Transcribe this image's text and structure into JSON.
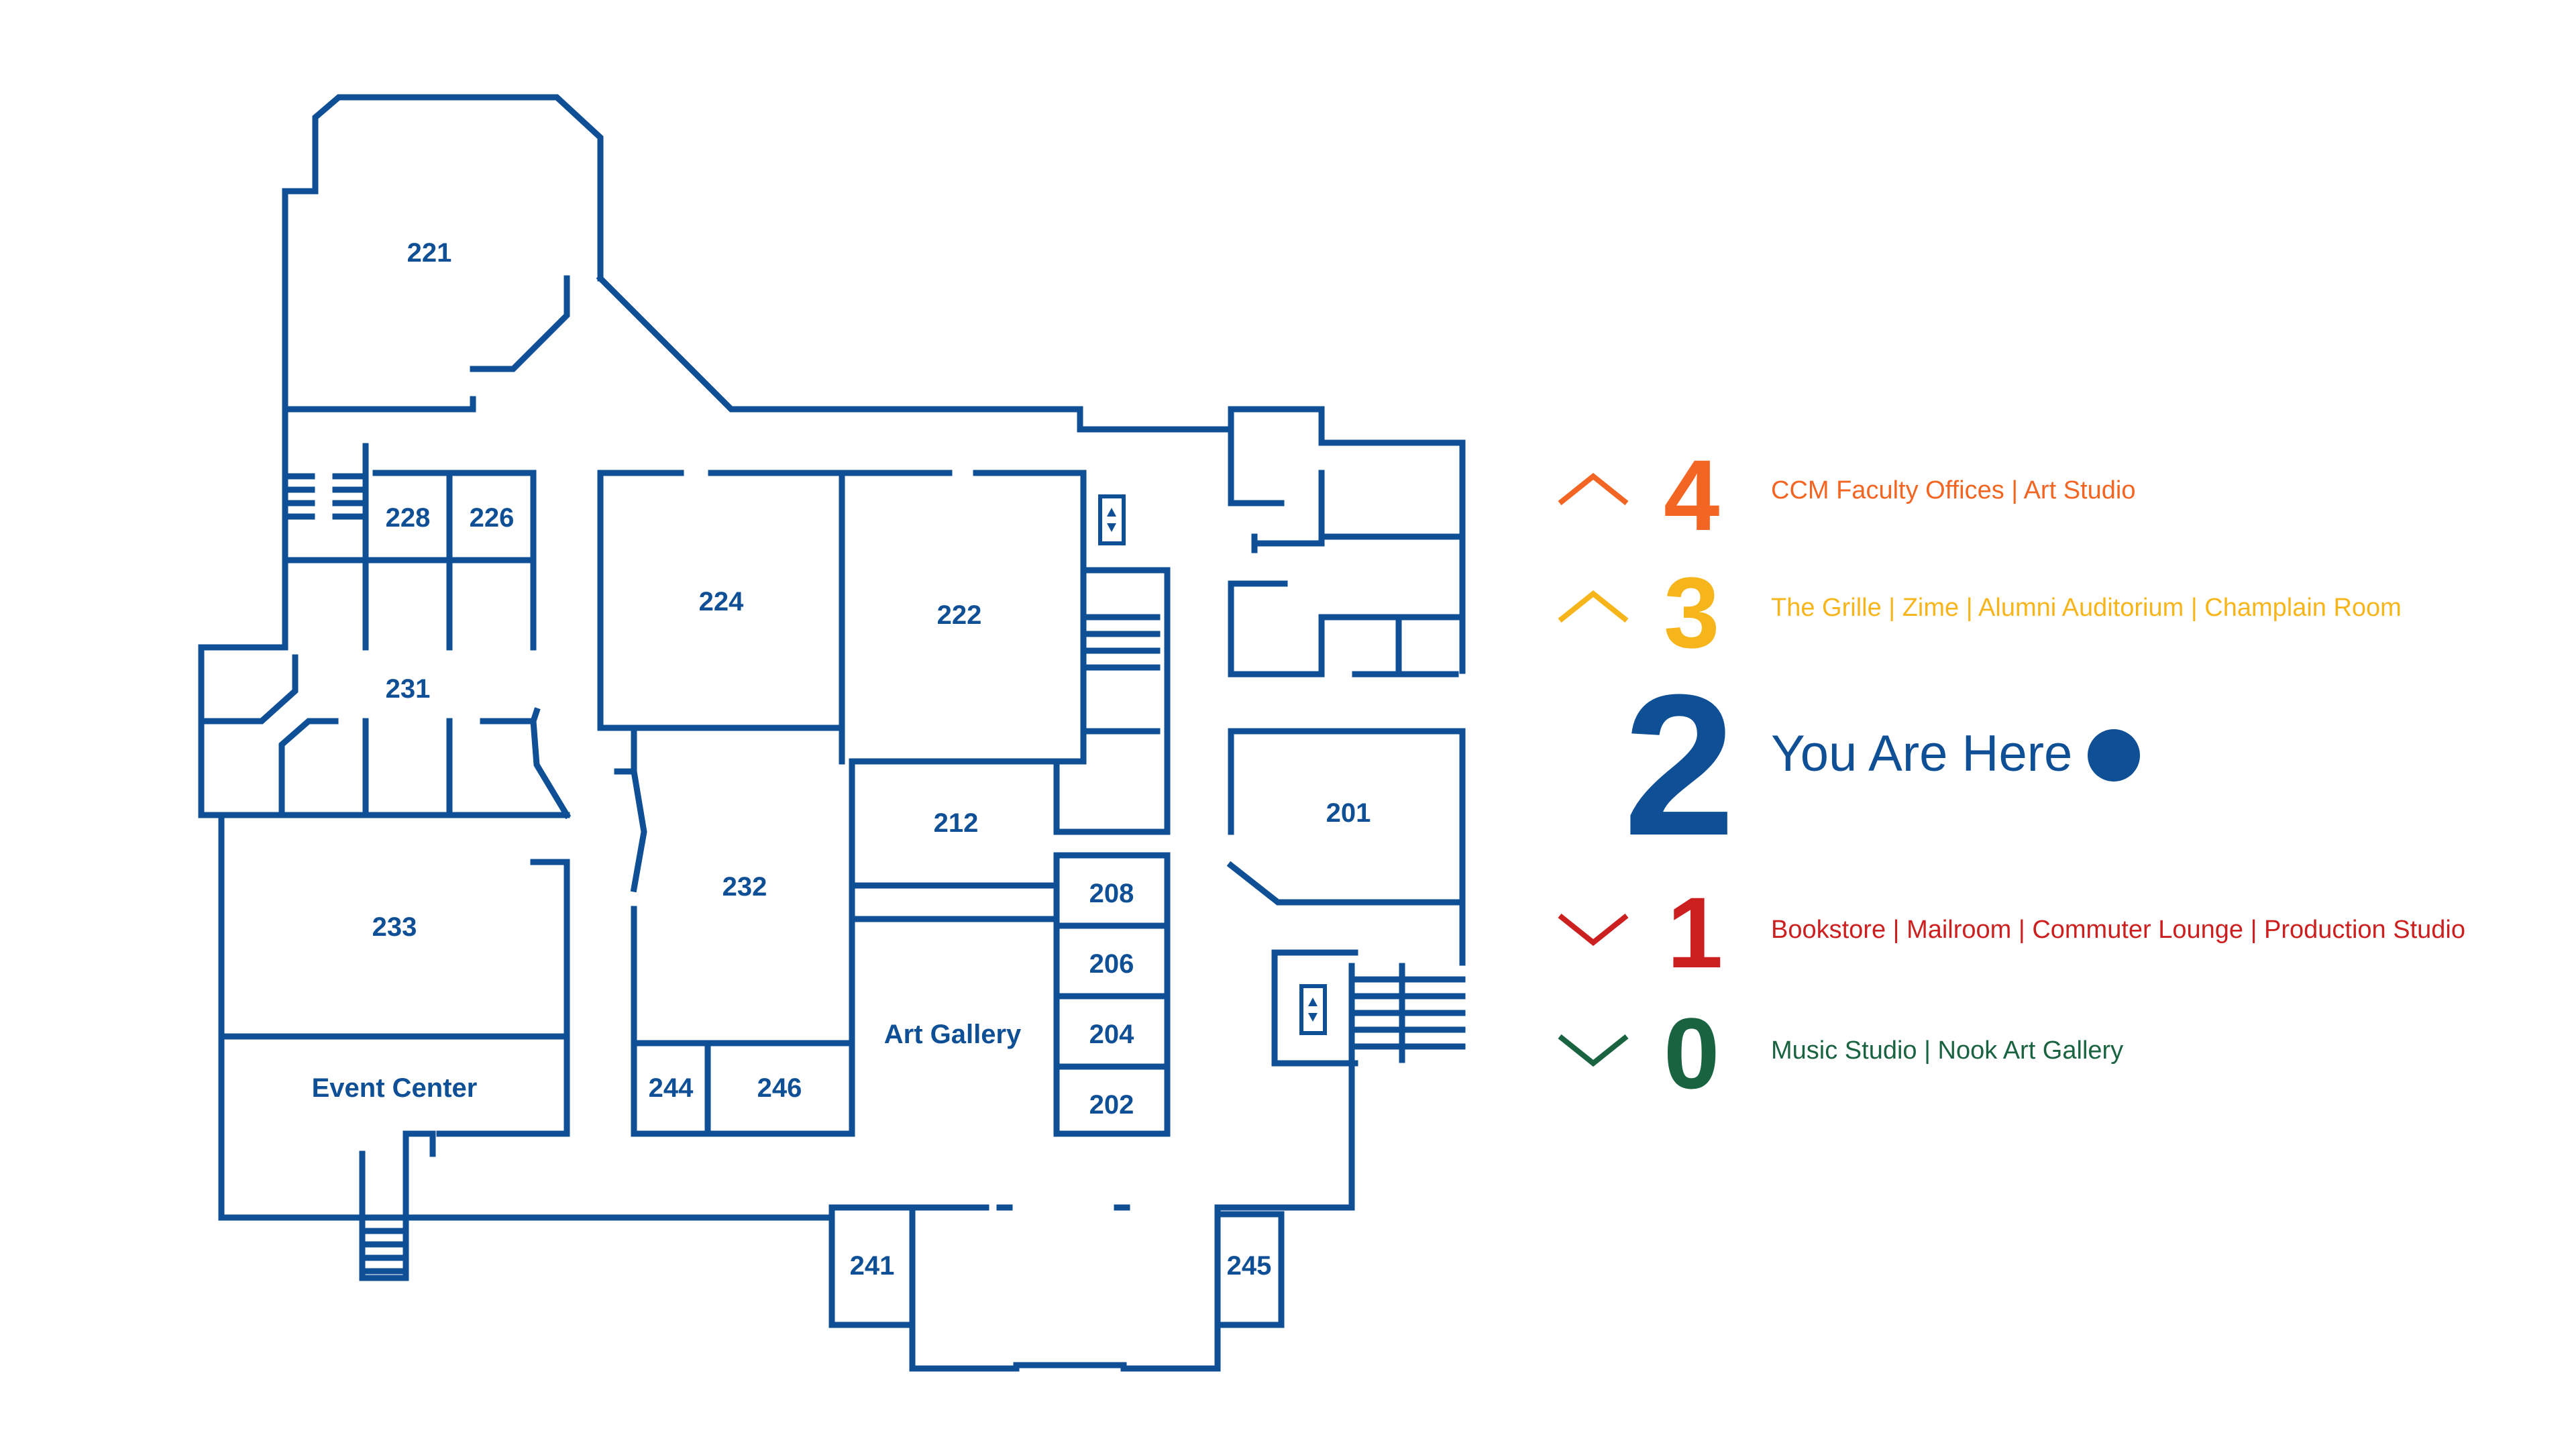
{
  "rooms": {
    "r221": "221",
    "r228": "228",
    "r226": "226",
    "r224": "224",
    "r222": "222",
    "r231": "231",
    "r232": "232",
    "r212": "212",
    "r201": "201",
    "r233": "233",
    "r208": "208",
    "r206": "206",
    "r204": "204",
    "r202": "202",
    "art_gallery": "Art Gallery",
    "event_center": "Event Center",
    "r244": "244",
    "r246": "246",
    "r241": "241",
    "r245": "245"
  },
  "floors": [
    {
      "number": "4",
      "direction": "up",
      "description": "CCM Faculty Offices | Art Studio",
      "color": "#f26522"
    },
    {
      "number": "3",
      "direction": "up",
      "description": "The Grille | Zime | Alumni Auditorium | Champlain Room",
      "color": "#f7b51c"
    },
    {
      "number": "2",
      "direction": "current",
      "description": "You Are Here",
      "color": "#0e4f96"
    },
    {
      "number": "1",
      "direction": "down",
      "description": "Bookstore | Mailroom | Commuter Lounge | Production Studio",
      "color": "#cc1f1f"
    },
    {
      "number": "0",
      "direction": "down",
      "description": "Music Studio | Nook Art Gallery",
      "color": "#1a6340"
    }
  ],
  "icons": {
    "up": "chevron-up-icon",
    "down": "chevron-down-icon",
    "current": "you-are-here-dot-icon",
    "elevator": "elevator-icon",
    "stairs": "stairs-icon"
  }
}
